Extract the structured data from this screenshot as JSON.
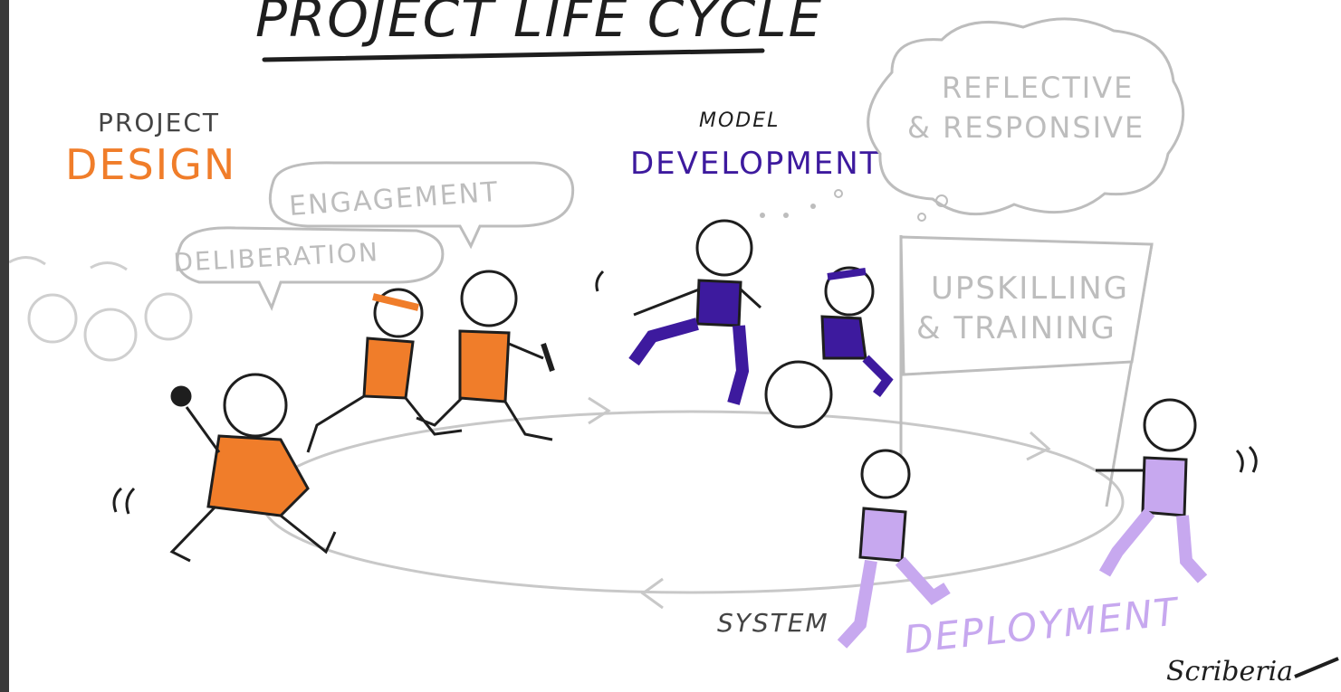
{
  "title": "PROJECT LIFE CYCLE",
  "stages": {
    "design": {
      "prefix": "PROJECT",
      "label": "DESIGN",
      "color": "#f07d2a"
    },
    "development": {
      "prefix": "MODEL",
      "label": "DEVELOPMENT",
      "color": "#3d1a9e"
    },
    "deployment": {
      "prefix": "SYSTEM",
      "label": "DEPLOYMENT",
      "color": "#c7a8ef"
    }
  },
  "bubbles": {
    "engagement": "ENGAGEMENT",
    "deliberation": "DELIBERATION",
    "reflective_line1": "REFLECTIVE",
    "reflective_line2": "& RESPONSIVE"
  },
  "banner": {
    "line1": "UPSKILLING",
    "line2": "& TRAINING"
  },
  "signature": "Scriberia",
  "colors": {
    "gray": "#bdbdbd",
    "ink": "#1e1e1e"
  }
}
